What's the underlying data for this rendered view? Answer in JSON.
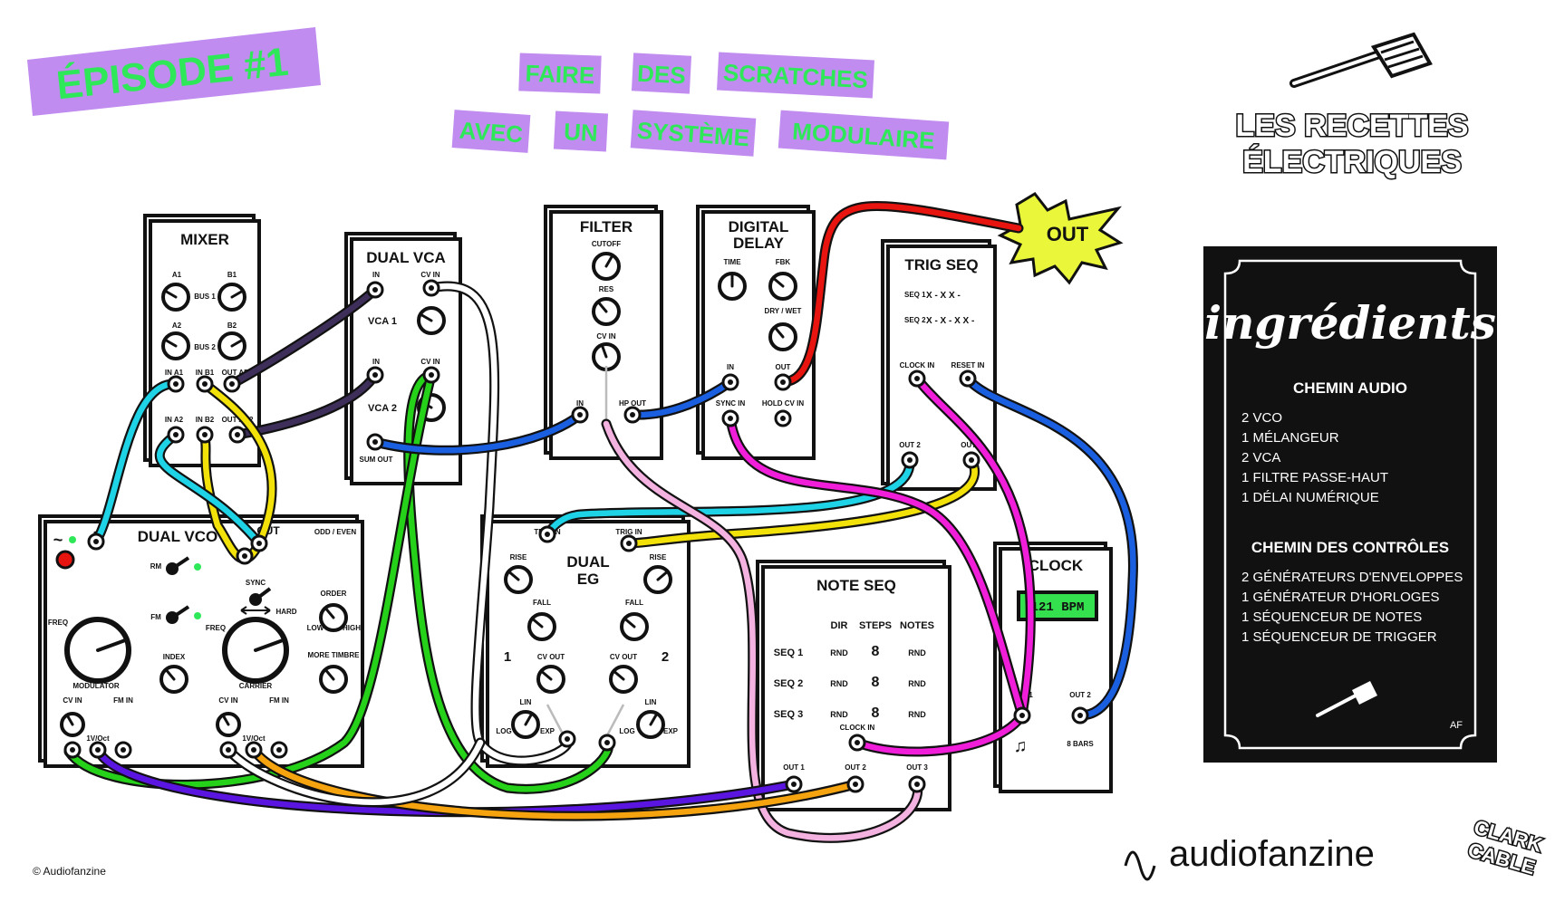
{
  "episode": "ÉPISODE #1",
  "title_words_row1": [
    "FAIRE",
    "DES",
    "SCRATCHES"
  ],
  "title_words_row2": [
    "AVEC",
    "UN",
    "SYSTÈME",
    "MODULAIRE"
  ],
  "series_title": [
    "LES RECETTES",
    "ÉLECTRIQUES"
  ],
  "out_badge": "OUT",
  "colors": {
    "tag_bg": "#c08cf0",
    "tag_text": "#2fe85a",
    "cable_red": "#e8140f",
    "cable_blue": "#1a5fe0",
    "cable_green": "#26d11a",
    "cable_yellow": "#f2e20a",
    "cable_cyan": "#1fd3e6",
    "cable_magenta": "#f01ed9",
    "cable_pink": "#f3b2e0",
    "cable_purple": "#5a15e0",
    "cable_orange": "#f5a30f",
    "cable_dark": "#3e2f5a",
    "display_green": "#34e04e"
  },
  "modules": {
    "mixer": {
      "title": "MIXER",
      "labels": [
        "A1",
        "B1",
        "BUS 1",
        "A2",
        "B2",
        "BUS 2",
        "IN A1",
        "IN B1",
        "OUT AB1",
        "IN A2",
        "IN B2",
        "OUT AB2"
      ]
    },
    "dual_vca": {
      "title": "DUAL VCA",
      "labels": [
        "IN",
        "CV IN",
        "VCA 1",
        "IN",
        "CV IN",
        "VCA 2",
        "SUM OUT"
      ]
    },
    "filter": {
      "title": "FILTER",
      "labels": [
        "CUTOFF",
        "RES",
        "CV IN",
        "IN",
        "HP OUT"
      ]
    },
    "digital_delay": {
      "title": [
        "DIGITAL",
        "DELAY"
      ],
      "labels": [
        "TIME",
        "FBK",
        "DRY / WET",
        "IN",
        "OUT",
        "SYNC IN",
        "HOLD CV IN"
      ]
    },
    "trig_seq": {
      "title": "TRIG SEQ",
      "labels": [
        "SEQ 1",
        "X - X X -",
        "SEQ 2",
        "X - X - X X -",
        "CLOCK IN",
        "RESET IN",
        "OUT 2",
        "OUT 2"
      ]
    },
    "dual_vco": {
      "title": "DUAL VCO",
      "labels": [
        "~",
        "~",
        "OUT",
        "ODD / EVEN",
        "RM",
        "SYNC",
        "HARD",
        "ORDER",
        "FM",
        "FREQ",
        "LOW",
        "HIGH",
        "FREQ",
        "INDEX",
        "MORE TIMBRE",
        "MODULATOR",
        "CARRIER",
        "CV IN",
        "FM IN",
        "CV IN",
        "FM IN",
        "1V/Oct",
        "1V/Oct"
      ]
    },
    "dual_eg": {
      "title": [
        "DUAL",
        "EG"
      ],
      "labels": [
        "TRIG IN",
        "TRIG IN",
        "RISE",
        "RISE",
        "FALL",
        "FALL",
        "1",
        "2",
        "CV OUT",
        "CV OUT",
        "LIN",
        "LIN",
        "LOG",
        "EXP",
        "LOG",
        "EXP"
      ]
    },
    "note_seq": {
      "title": "NOTE SEQ",
      "headers": [
        "DIR",
        "STEPS",
        "NOTES"
      ],
      "rows": [
        [
          "SEQ 1",
          "RND",
          "8",
          "RND"
        ],
        [
          "SEQ 2",
          "RND",
          "8",
          "RND"
        ],
        [
          "SEQ 3",
          "RND",
          "8",
          "RND"
        ]
      ],
      "labels": [
        "CLOCK IN",
        "OUT 1",
        "OUT 2",
        "OUT 3"
      ]
    },
    "clock": {
      "title": "CLOCK",
      "display": "121 BPM",
      "labels": [
        "OUT 1",
        "OUT 2",
        "♫",
        "8 BARS"
      ]
    }
  },
  "ingredients": {
    "heading": "ingrédients",
    "audio_title": "CHEMIN AUDIO",
    "audio_items": [
      "2  VCO",
      "1  MÉLANGEUR",
      "2  VCA",
      "1  FILTRE PASSE-HAUT",
      "1  DÉLAI NUMÉRIQUE"
    ],
    "control_title": "CHEMIN DES CONTRÔLES",
    "control_items": [
      "2  GÉNÉRATEURS D'ENVELOPPES",
      "1  GÉNÉRATEUR D'HORLOGES",
      "1  SÉQUENCEUR DE NOTES",
      "1  SÉQUENCEUR DE TRIGGER"
    ],
    "signature": "AF"
  },
  "brand": "audiofanzine",
  "clark_cable": [
    "CLARK",
    "CABLE"
  ],
  "copyright": "© Audiofanzine"
}
